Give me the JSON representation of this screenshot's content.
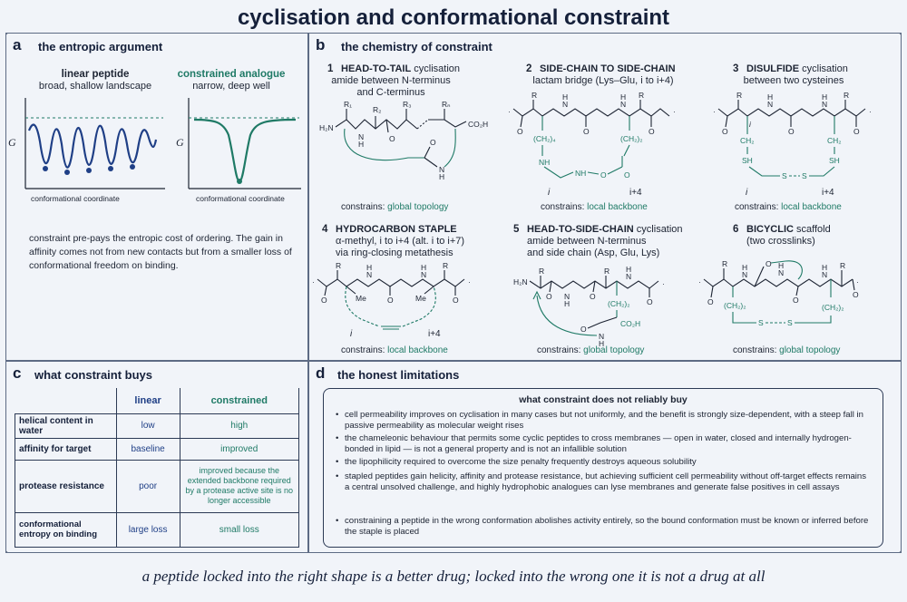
{
  "title": "cyclisation and conformational constraint",
  "panel_a": {
    "letter": "a",
    "heading": "the entropic argument",
    "linear_title": "linear peptide",
    "linear_sub": "broad, shallow landscape",
    "constrained_title": "constrained analogue",
    "constrained_sub": "narrow, deep well",
    "y_axis": "G",
    "x_axis": "conformational coordinate",
    "text": "constraint pre-pays the entropic cost of ordering. The gain in affinity comes not from new contacts but from a smaller loss of conformational freedom on binding."
  },
  "panel_b": {
    "letter": "b",
    "heading": "the chemistry of constraint",
    "constrains_prefix": "constrains:",
    "items": [
      {
        "num": "1",
        "name": "HEAD-TO-TAIL",
        "name_suffix": " cyclisation",
        "desc1": "amide between N-terminus",
        "desc2": "and C-terminus",
        "constrains": "global topology"
      },
      {
        "num": "2",
        "name": "SIDE-CHAIN TO SIDE-CHAIN",
        "name_suffix": "",
        "desc1": "lactam bridge (Lys–Glu, i to i+4)",
        "desc2": "",
        "constrains": "local backbone"
      },
      {
        "num": "3",
        "name": "DISULFIDE",
        "name_suffix": " cyclisation",
        "desc1": "between two cysteines",
        "desc2": "",
        "constrains": "local backbone"
      },
      {
        "num": "4",
        "name": "HYDROCARBON STAPLE",
        "name_suffix": "",
        "desc1": "α-methyl, i to i+4 (alt. i to i+7)",
        "desc2": "via ring-closing metathesis",
        "constrains": "local backbone"
      },
      {
        "num": "5",
        "name": "HEAD-TO-SIDE-CHAIN",
        "name_suffix": " cyclisation",
        "desc1": "amide between N-terminus",
        "desc2": "and side chain (Asp, Glu, Lys)",
        "constrains": "global topology"
      },
      {
        "num": "6",
        "name": "BICYCLIC",
        "name_suffix": " scaffold",
        "desc1": "(two crosslinks)",
        "desc2": "",
        "constrains": "global topology"
      }
    ],
    "labels": {
      "i": "i",
      "i4": "i+4",
      "me": "Me",
      "h2n": "H2N",
      "co2h": "CO2H",
      "nh": "N",
      "h": "H",
      "o": "O",
      "sh": "SH",
      "s": "S",
      "ch2": "CH2",
      "ch2_4": "(CH2)4",
      "ch2_2": "(CH2)2",
      "nh2": "NH",
      "r": "R",
      "r1": "R1",
      "r2": "R2",
      "r3": "R3",
      "rn": "Rn"
    }
  },
  "panel_c": {
    "letter": "c",
    "heading": "what constraint buys",
    "col_linear": "linear",
    "col_constrained": "constrained",
    "rows": [
      {
        "label": "helical content in water",
        "linear": "low",
        "constrained": "high"
      },
      {
        "label": "affinity for target",
        "linear": "baseline",
        "constrained": "improved"
      },
      {
        "label": "protease resistance",
        "linear": "poor",
        "constrained": "improved because the extended backbone required by a protease active site is no longer accessible"
      },
      {
        "label": "conformational entropy on binding",
        "linear": "large loss",
        "constrained": "small loss"
      }
    ]
  },
  "panel_d": {
    "letter": "d",
    "heading": "the honest limitations",
    "box_title": "what constraint does not reliably buy",
    "items": [
      "cell permeability improves on cyclisation in many cases but not uniformly, and the benefit is strongly size-dependent, with a steep fall in passive permeability as molecular weight rises",
      "the chameleonic behaviour that permits some cyclic peptides to cross membranes — open in water, closed and internally hydrogen-bonded in lipid — is not a general property and is not an infallible solution",
      "the lipophilicity required to overcome the size penalty frequently destroys aqueous solubility",
      "stapled peptides gain helicity, affinity and protease resistance, but achieving sufficient cell permeability without off-target effects remains a central unsolved challenge, and highly hydrophobic analogues can lyse membranes and generate false positives in cell assays",
      "constraining a peptide in the wrong conformation abolishes activity entirely, so the bound conformation must be known or inferred before the staple is placed"
    ]
  },
  "footer": "a peptide locked into the right shape is a better drug; locked into the wrong one it is not a drug at all",
  "colors": {
    "teal": "#1f7a66",
    "navy": "#1f3f86",
    "ink": "#15203a",
    "background": "#f1f4f9"
  }
}
